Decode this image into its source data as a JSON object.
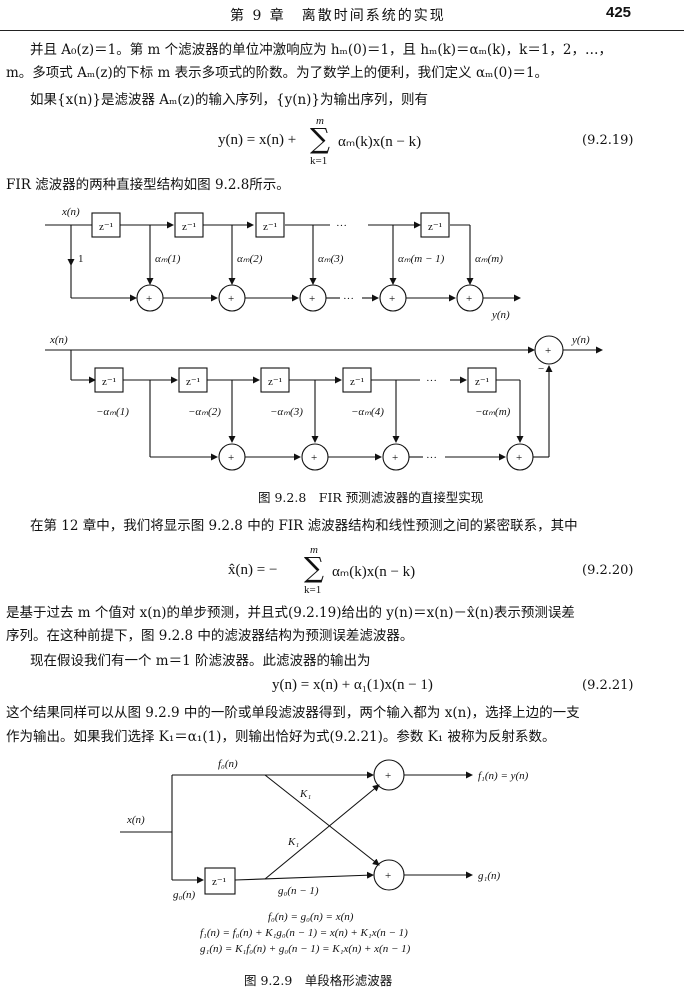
{
  "header": {
    "title": "第 9 章　离散时间系统的实现",
    "page_number": "425"
  },
  "paragraphs": {
    "p1_line1": "并且 A₀(z)＝1。第 m 个滤波器的单位冲激响应为 hₘ(0)＝1，且 hₘ(k)＝αₘ(k)，k＝1，2，…，",
    "p1_line2": "m。多项式 Aₘ(z)的下标 m 表示多项式的阶数。为了数学上的便利，我们定义 αₘ(0)＝1。",
    "p2": "如果{x(n)}是滤波器 Aₘ(z)的输入序列，{y(n)}为输出序列，则有",
    "p3": "FIR 滤波器的两种直接型结构如图 9.2.8所示。",
    "p4": "在第 12 章中，我们将显示图 9.2.8 中的 FIR 滤波器结构和线性预测之间的紧密联系，其中",
    "p5_line1": "是基于过去 m 个值对 x(n)的单步预测，并且式(9.2.19)给出的 y(n)＝x(n)－x̂(n)表示预测误差",
    "p5_line2": "序列。在这种前提下，图 9.2.8 中的滤波器结构为预测误差滤波器。",
    "p6": "现在假设我们有一个 m＝1 阶滤波器。此滤波器的输出为",
    "p7_line1": "这个结果同样可以从图 9.2.9 中的一阶或单段滤波器得到，两个输入都为 x(n)，选择上边的一支",
    "p7_line2": "作为输出。如果我们选择 K₁＝α₁(1)，则输出恰好为式(9.2.21)。参数 K₁ 被称为反射系数。"
  },
  "equations": {
    "eq19": {
      "lhs": "y(n) = x(n) + ",
      "sum_top": "m",
      "sum_bottom": "k=1",
      "rhs": "αₘ(k)x(n − k)",
      "number": "(9.2.19)"
    },
    "eq20": {
      "lhs": "x̂(n) = − ",
      "sum_top": "m",
      "sum_bottom": "k=1",
      "rhs": "αₘ(k)x(n − k)",
      "number": "(9.2.20)"
    },
    "eq21": {
      "text": "y(n) = x(n) + α₁(1)x(n − 1)",
      "number": "(9.2.21)"
    }
  },
  "figure_928": {
    "caption": "图 9.2.8　FIR 预测滤波器的直接型实现",
    "top": {
      "input": "x(n)",
      "delay": "z⁻¹",
      "first_gain": "1",
      "gains": [
        "αₘ(1)",
        "αₘ(2)",
        "αₘ(3)",
        "αₘ(m − 1)",
        "αₘ(m)"
      ],
      "adder": "+",
      "ellipsis": "···",
      "output": "y(n)"
    },
    "bottom": {
      "input": "x(n)",
      "delay": "z⁻¹",
      "gains": [
        "−αₘ(1)",
        "−αₘ(2)",
        "−αₘ(3)",
        "−αₘ(4)",
        "−αₘ(m)"
      ],
      "adder": "+",
      "minus": "−",
      "ellipsis": "···",
      "output": "y(n)"
    }
  },
  "figure_929": {
    "caption": "图 9.2.9　单段格形滤波器",
    "labels": {
      "x": "x(n)",
      "f0": "f₀(n)",
      "g0": "g₀(n)",
      "delay": "z⁻¹",
      "g0_delayed": "g₀(n − 1)",
      "K1_top": "K₁",
      "K1_bottom": "K₁",
      "f1": "f₁(n) = y(n)",
      "g1": "g₁(n)",
      "adder": "+"
    },
    "equations": [
      "f₀(n) = g₀(n) = x(n)",
      "f₁(n) = f₀(n) + K₁g₀(n − 1) = x(n) + K₁x(n − 1)",
      "g₁(n) = K₁f₀(n) + g₀(n − 1) = K₁x(n) + x(n − 1)"
    ]
  }
}
